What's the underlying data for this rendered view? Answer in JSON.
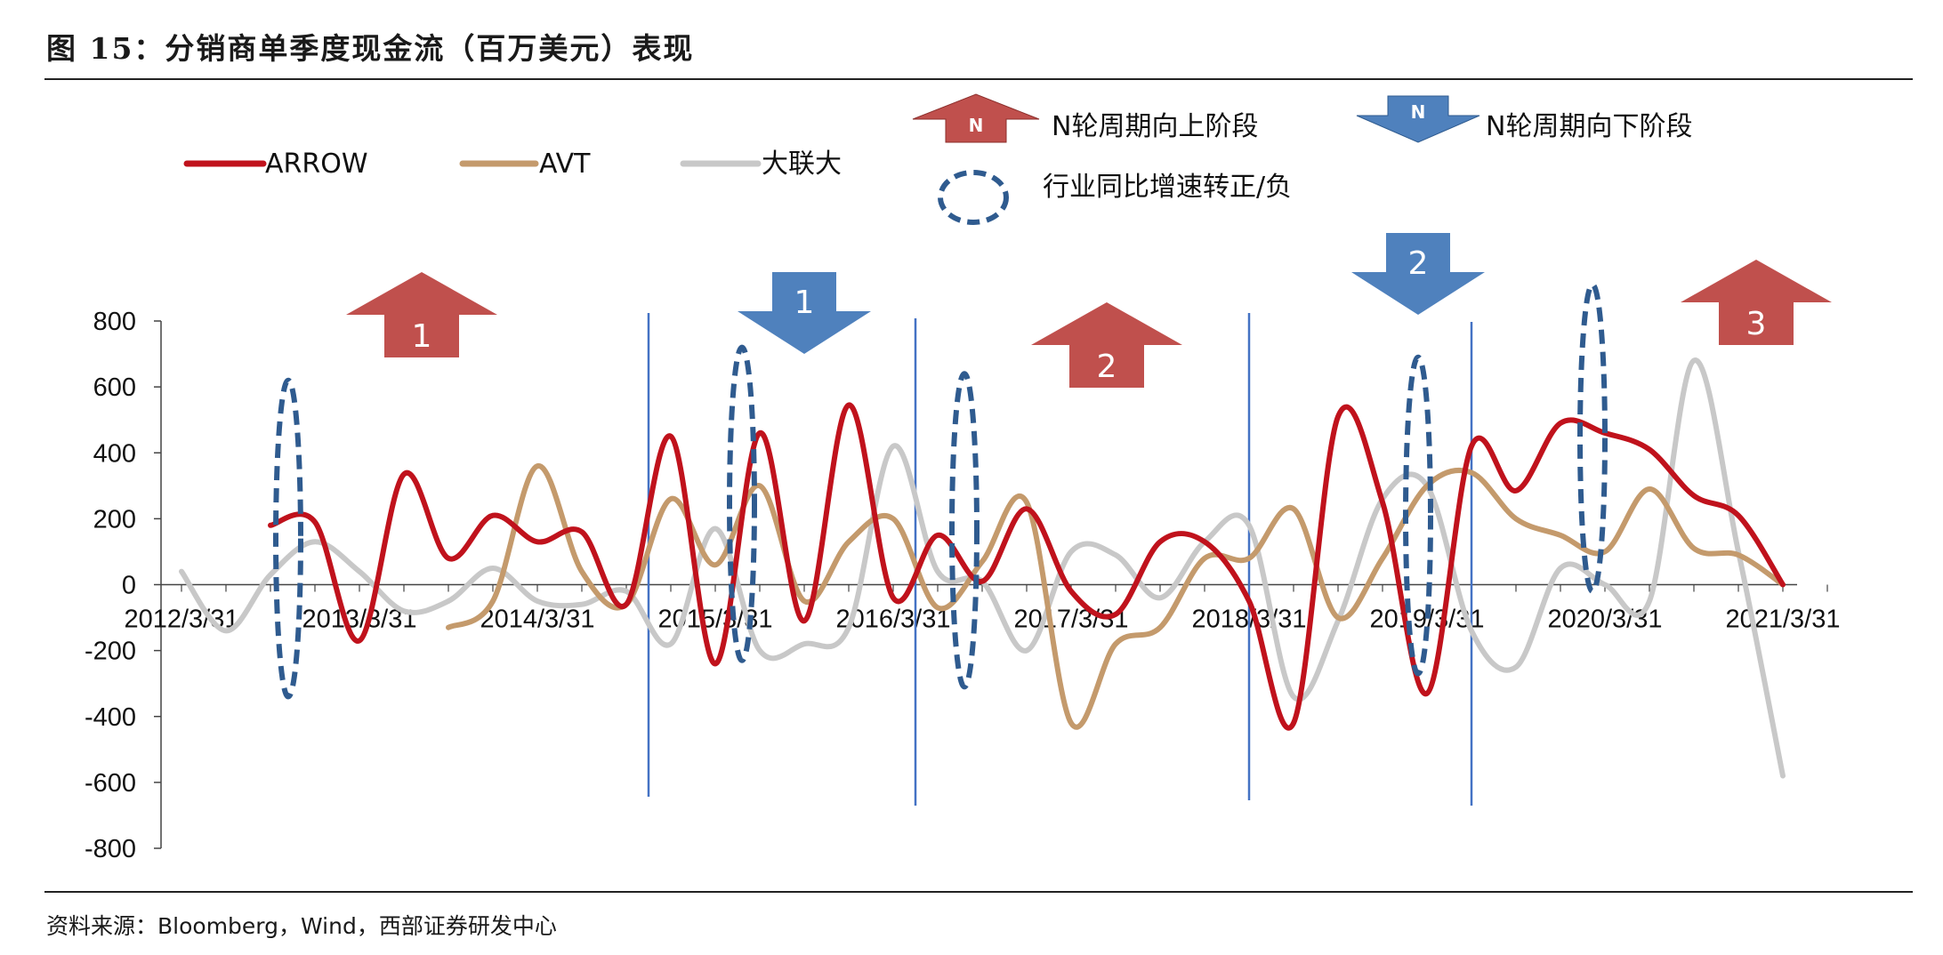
{
  "header": {
    "title": "图 15：分销商单季度现金流（百万美元）表现"
  },
  "footer": {
    "source": "资料来源：Bloomberg，Wind，西部证券研发中心"
  },
  "colors": {
    "arrow": "#c0121c",
    "avt": "#c49a6c",
    "dalianda": "#c8c8c8",
    "up_arrow_fill": "#c0504d",
    "down_arrow_fill": "#4f81bd",
    "ellipse_stroke": "#2f5b8f",
    "phase_line": "#4472c4"
  },
  "legend": {
    "series": [
      {
        "label": "ARROW",
        "color": "#c0121c"
      },
      {
        "label": "AVT",
        "color": "#c49a6c"
      },
      {
        "label": "大联大",
        "color": "#c8c8c8"
      }
    ],
    "up_phase_label": "N轮周期向上阶段",
    "up_phase_icon_text": "N",
    "down_phase_label": "N轮周期向下阶段",
    "down_phase_icon_text": "N",
    "turn_label": "行业同比增速转正/负"
  },
  "chart_data": {
    "type": "line",
    "ylim": [
      -800,
      800
    ],
    "yticks": [
      800,
      600,
      400,
      200,
      0,
      -200,
      -400,
      -600,
      -800
    ],
    "xlim": [
      2012.25,
      2021.75
    ],
    "xtick_labels": [
      "2012/3/31",
      "2013/3/31",
      "2014/3/31",
      "2015/3/31",
      "2016/3/31",
      "2017/3/31",
      "2018/3/31",
      "2019/3/31",
      "2020/3/31",
      "2021/3/31"
    ],
    "series": [
      {
        "name": "ARROW",
        "points": [
          [
            2012.75,
            180
          ],
          [
            2013.0,
            190
          ],
          [
            2013.25,
            -170
          ],
          [
            2013.5,
            335
          ],
          [
            2013.75,
            80
          ],
          [
            2014.0,
            210
          ],
          [
            2014.25,
            130
          ],
          [
            2014.5,
            160
          ],
          [
            2014.75,
            -60
          ],
          [
            2015.0,
            450
          ],
          [
            2015.25,
            -240
          ],
          [
            2015.5,
            460
          ],
          [
            2015.75,
            -110
          ],
          [
            2016.0,
            545
          ],
          [
            2016.25,
            -40
          ],
          [
            2016.5,
            150
          ],
          [
            2016.75,
            10
          ],
          [
            2017.0,
            230
          ],
          [
            2017.25,
            -20
          ],
          [
            2017.5,
            -90
          ],
          [
            2017.75,
            130
          ],
          [
            2018.0,
            130
          ],
          [
            2018.25,
            -50
          ],
          [
            2018.5,
            -420
          ],
          [
            2018.75,
            510
          ],
          [
            2019.0,
            250
          ],
          [
            2019.25,
            -330
          ],
          [
            2019.5,
            420
          ],
          [
            2019.75,
            285
          ],
          [
            2020.0,
            490
          ],
          [
            2020.25,
            460
          ],
          [
            2020.5,
            410
          ],
          [
            2020.75,
            270
          ],
          [
            2021.0,
            210
          ],
          [
            2021.25,
            0
          ]
        ]
      },
      {
        "name": "AVT",
        "points": [
          [
            2013.75,
            -130
          ],
          [
            2014.0,
            -50
          ],
          [
            2014.25,
            360
          ],
          [
            2014.5,
            40
          ],
          [
            2014.75,
            -60
          ],
          [
            2015.0,
            260
          ],
          [
            2015.25,
            60
          ],
          [
            2015.5,
            300
          ],
          [
            2015.75,
            -50
          ],
          [
            2016.0,
            130
          ],
          [
            2016.25,
            200
          ],
          [
            2016.5,
            -70
          ],
          [
            2016.75,
            70
          ],
          [
            2017.0,
            250
          ],
          [
            2017.25,
            -420
          ],
          [
            2017.5,
            -180
          ],
          [
            2017.75,
            -130
          ],
          [
            2018.0,
            80
          ],
          [
            2018.25,
            80
          ],
          [
            2018.5,
            230
          ],
          [
            2018.75,
            -100
          ],
          [
            2019.0,
            80
          ],
          [
            2019.25,
            300
          ],
          [
            2019.5,
            340
          ],
          [
            2019.75,
            200
          ],
          [
            2020.0,
            150
          ],
          [
            2020.25,
            100
          ],
          [
            2020.5,
            290
          ],
          [
            2020.75,
            110
          ],
          [
            2021.0,
            90
          ],
          [
            2021.25,
            0
          ]
        ]
      },
      {
        "name": "大联大",
        "points": [
          [
            2012.25,
            40
          ],
          [
            2012.5,
            -140
          ],
          [
            2012.75,
            30
          ],
          [
            2013.0,
            130
          ],
          [
            2013.25,
            40
          ],
          [
            2013.5,
            -80
          ],
          [
            2013.75,
            -50
          ],
          [
            2014.0,
            50
          ],
          [
            2014.25,
            -50
          ],
          [
            2014.5,
            -60
          ],
          [
            2014.75,
            -20
          ],
          [
            2015.0,
            -180
          ],
          [
            2015.25,
            170
          ],
          [
            2015.5,
            -200
          ],
          [
            2015.75,
            -180
          ],
          [
            2016.0,
            -130
          ],
          [
            2016.25,
            420
          ],
          [
            2016.5,
            40
          ],
          [
            2016.75,
            10
          ],
          [
            2017.0,
            -200
          ],
          [
            2017.25,
            100
          ],
          [
            2017.5,
            90
          ],
          [
            2017.75,
            -40
          ],
          [
            2018.0,
            130
          ],
          [
            2018.25,
            180
          ],
          [
            2018.5,
            -340
          ],
          [
            2018.75,
            -110
          ],
          [
            2019.0,
            260
          ],
          [
            2019.25,
            300
          ],
          [
            2019.5,
            -140
          ],
          [
            2019.75,
            -250
          ],
          [
            2020.0,
            50
          ],
          [
            2020.25,
            0
          ],
          [
            2020.5,
            -50
          ],
          [
            2020.75,
            680
          ],
          [
            2021.0,
            100
          ],
          [
            2021.25,
            -580
          ]
        ]
      }
    ],
    "phase_lines_x": [
      2014.875,
      2016.375,
      2018.25,
      2019.5
    ],
    "turn_markers": [
      {
        "x": 2012.85,
        "y_top": 620,
        "y_bottom": -340
      },
      {
        "x": 2015.4,
        "y_top": 720,
        "y_bottom": -230
      },
      {
        "x": 2016.65,
        "y_top": 640,
        "y_bottom": -310
      },
      {
        "x": 2019.2,
        "y_top": 690,
        "y_bottom": -270
      },
      {
        "x": 2020.18,
        "y_top": 910,
        "y_bottom": -20
      }
    ],
    "phase_arrows": [
      {
        "direction": "up",
        "label": "1",
        "x": 2013.6
      },
      {
        "direction": "down",
        "label": "1",
        "x": 2015.75
      },
      {
        "direction": "up",
        "label": "2",
        "x": 2017.45
      },
      {
        "direction": "down",
        "label": "2",
        "x": 2019.2
      },
      {
        "direction": "up",
        "label": "3",
        "x": 2021.1
      }
    ]
  }
}
